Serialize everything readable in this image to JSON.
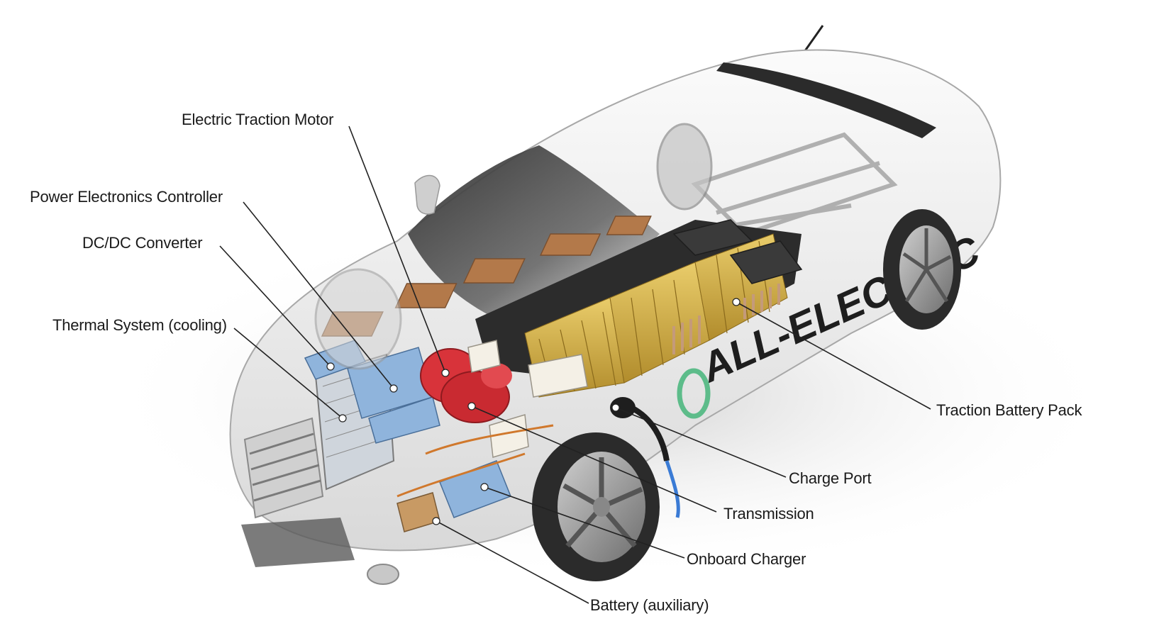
{
  "diagram": {
    "side_badge_text": "ALL-ELECTRIC",
    "callouts": [
      {
        "id": "electric-traction-motor",
        "label": "Electric Traction Motor"
      },
      {
        "id": "power-electronics-controller",
        "label": "Power Electronics Controller"
      },
      {
        "id": "dc-dc-converter",
        "label": "DC/DC Converter"
      },
      {
        "id": "thermal-system",
        "label": "Thermal System (cooling)"
      },
      {
        "id": "traction-battery-pack",
        "label": "Traction Battery Pack"
      },
      {
        "id": "charge-port",
        "label": "Charge Port"
      },
      {
        "id": "transmission",
        "label": "Transmission"
      },
      {
        "id": "onboard-charger",
        "label": "Onboard Charger"
      },
      {
        "id": "battery-auxiliary",
        "label": "Battery (auxiliary)"
      }
    ]
  },
  "colors": {
    "body": "#eeeeee",
    "glass": "#4a4a4a",
    "battery_cells": "#d4b04a",
    "battery_modules": "#b07a4a",
    "motor": "#d8333a",
    "blue_components": "#8fb4dc",
    "label_text": "#1a1a1a",
    "leader_line": "#222222"
  }
}
